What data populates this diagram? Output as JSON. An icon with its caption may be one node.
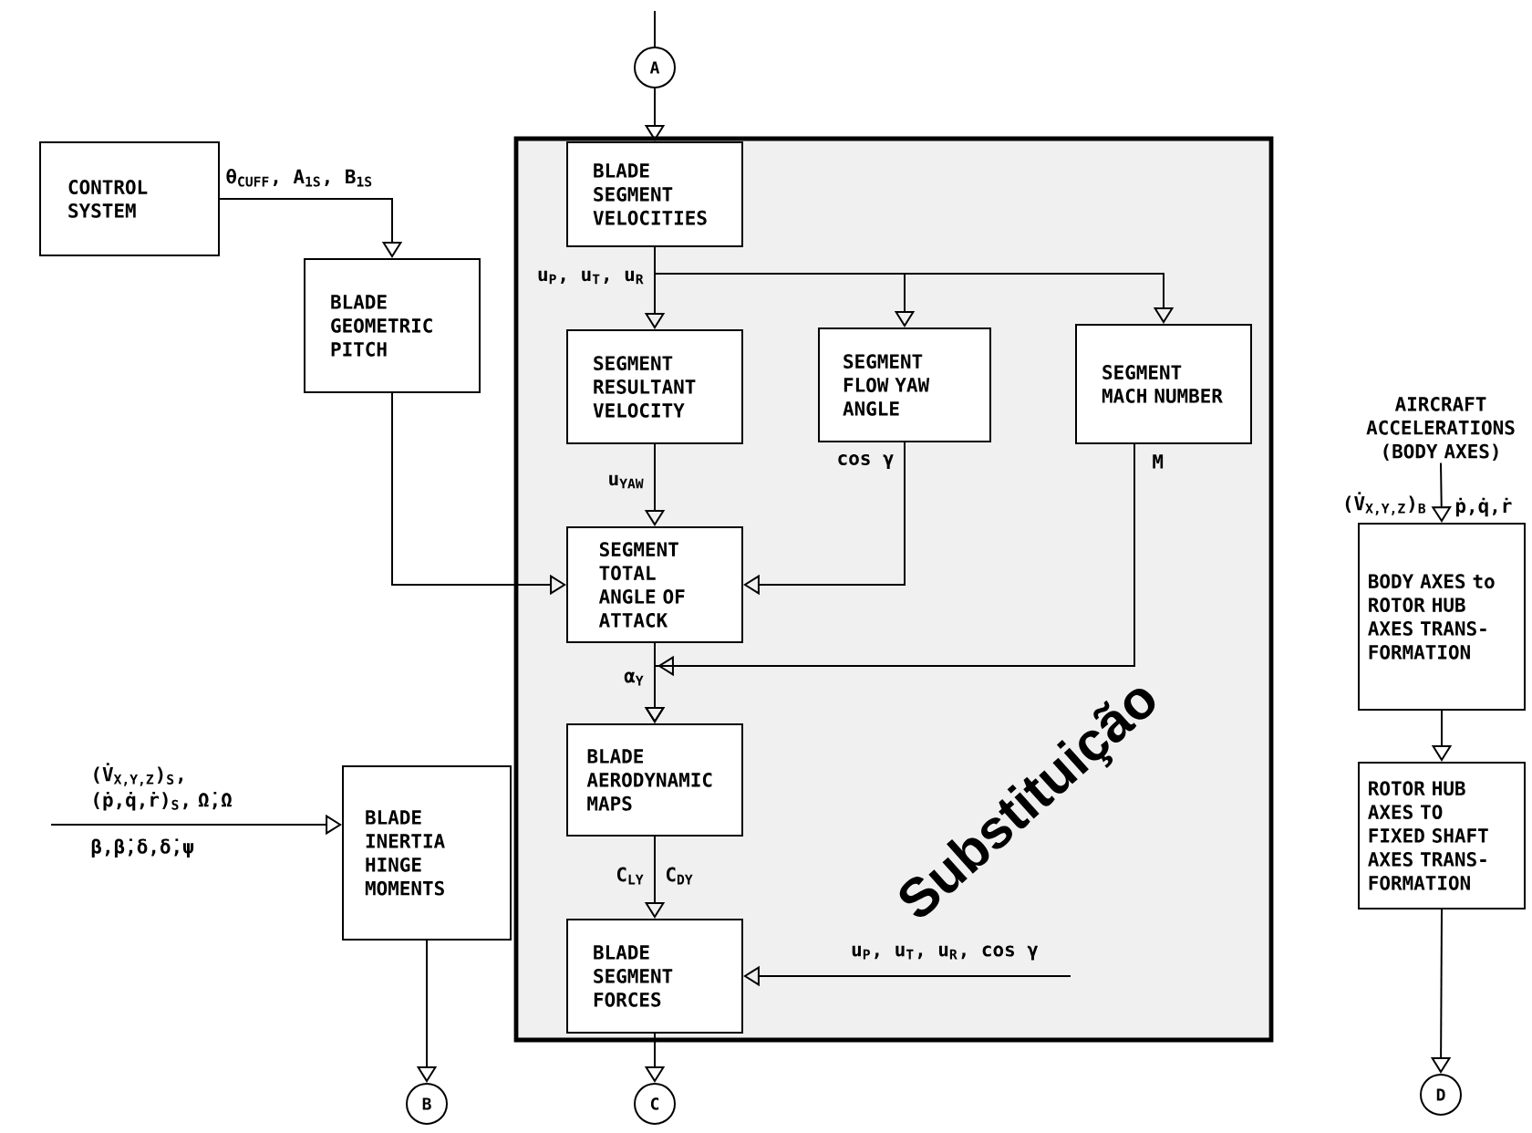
{
  "diagram": {
    "nodes": [
      {
        "text": [
          "A"
        ]
      },
      {
        "text": [
          "CONTROL SYSTEM"
        ]
      },
      {
        "text": [
          "Substituição"
        ]
      },
      {
        "text": [
          "BLADE SEGMENT VELOCITIES"
        ],
        "in": 2
      },
      {
        "text": [
          "BLADE GEOMETRIC PITCH"
        ]
      },
      {
        "text": [
          "SEGMENT RESULTANT VELOCITY"
        ],
        "in": 2
      },
      {
        "text": [
          "SEGMENT FLOW YAW ANGLE"
        ],
        "in": 2
      },
      {
        "text": [
          "SEGMENT MACH NUMBER"
        ],
        "in": 2
      },
      {
        "text": [
          "AIRCRAFT ACCELERATIONS (BODY AXES)"
        ]
      },
      {
        "text": [
          "SEGMENT TOTAL ANGLE OF ATTACK"
        ],
        "in": 2
      },
      {
        "text": [
          "BODY AXES to ROTOR HUB AXES TRANS- FORMATION"
        ]
      },
      {
        "text": [
          "BLADE AERODYNAMIC MAPS"
        ],
        "in": 2
      },
      {
        "text": [
          "BLADE INERTIA HINGE MOMENTS"
        ]
      },
      {
        "text": [
          "BLADE SEGMENT FORCES"
        ],
        "in": 2
      },
      {
        "text": [
          "ROTOR HUB AXES TO FIXED SHAFT AXES TRANS- FORMATION"
        ]
      },
      {
        "text": [
          "B"
        ]
      },
      {
        "text": [
          "C"
        ]
      },
      {
        "text": [
          "D"
        ]
      }
    ],
    "edges": [
      {
        "from": null,
        "to": 0,
        "arrow": "none"
      },
      {
        "from": 0,
        "to": 3,
        "arrow": "to"
      },
      {
        "from": 1,
        "to": 4,
        "arrow": "to",
        "label": "θ$_{CUFF}$, A$_{1S}$, B$_{1S}$"
      },
      {
        "from": 3,
        "to": 5,
        "arrow": "to",
        "label": "u$_{P}$, u$_{T}$, u$_{R}$"
      },
      {
        "from": 3,
        "to": 6,
        "arrow": "to"
      },
      {
        "from": 3,
        "to": 7,
        "arrow": "to"
      },
      {
        "from": 4,
        "to": 9,
        "arrow": "to"
      },
      {
        "from": 5,
        "to": 9,
        "arrow": "to",
        "label": "u$_{YAW}$"
      },
      {
        "from": 6,
        "to": 9,
        "arrow": "to",
        "label": "cos γ"
      },
      {
        "from": 7,
        "to": 11,
        "arrow": "to",
        "label": "M"
      },
      {
        "from": 9,
        "to": 11,
        "arrow": "to",
        "label": "α$_{Y}$"
      },
      {
        "from": 11,
        "to": 13,
        "arrow": "to",
        "label": "C$_{LY}$"
      },
      {
        "from": null,
        "to": 13,
        "arrow": "to",
        "label": "u$_{P}$, u$_{T}$, u$_{R}$, cos γ"
      },
      {
        "from": null,
        "to": 12,
        "arrow": "to",
        "label": "(V̇$_{X,Y,Z}$)$_{S}$, (ṗ,q̇,ṙ)$_{S}$, Ω̇,Ω"
      },
      {
        "from": 12,
        "to": 15,
        "arrow": "to"
      },
      {
        "from": 13,
        "to": 16,
        "arrow": "to"
      },
      {
        "from": 8,
        "to": 10,
        "arrow": "to",
        "label": "(V̇$_{X,Y,Z}$)$_{B}$"
      },
      {
        "from": 10,
        "to": 14,
        "arrow": "to"
      },
      {
        "from": 14,
        "to": 17,
        "arrow": "to"
      }
    ],
    "labels": [
      "ṗ,q̇,ṙ",
      "C$_{DY}$",
      "β,β̇,δ,δ̇,ψ"
    ]
  }
}
